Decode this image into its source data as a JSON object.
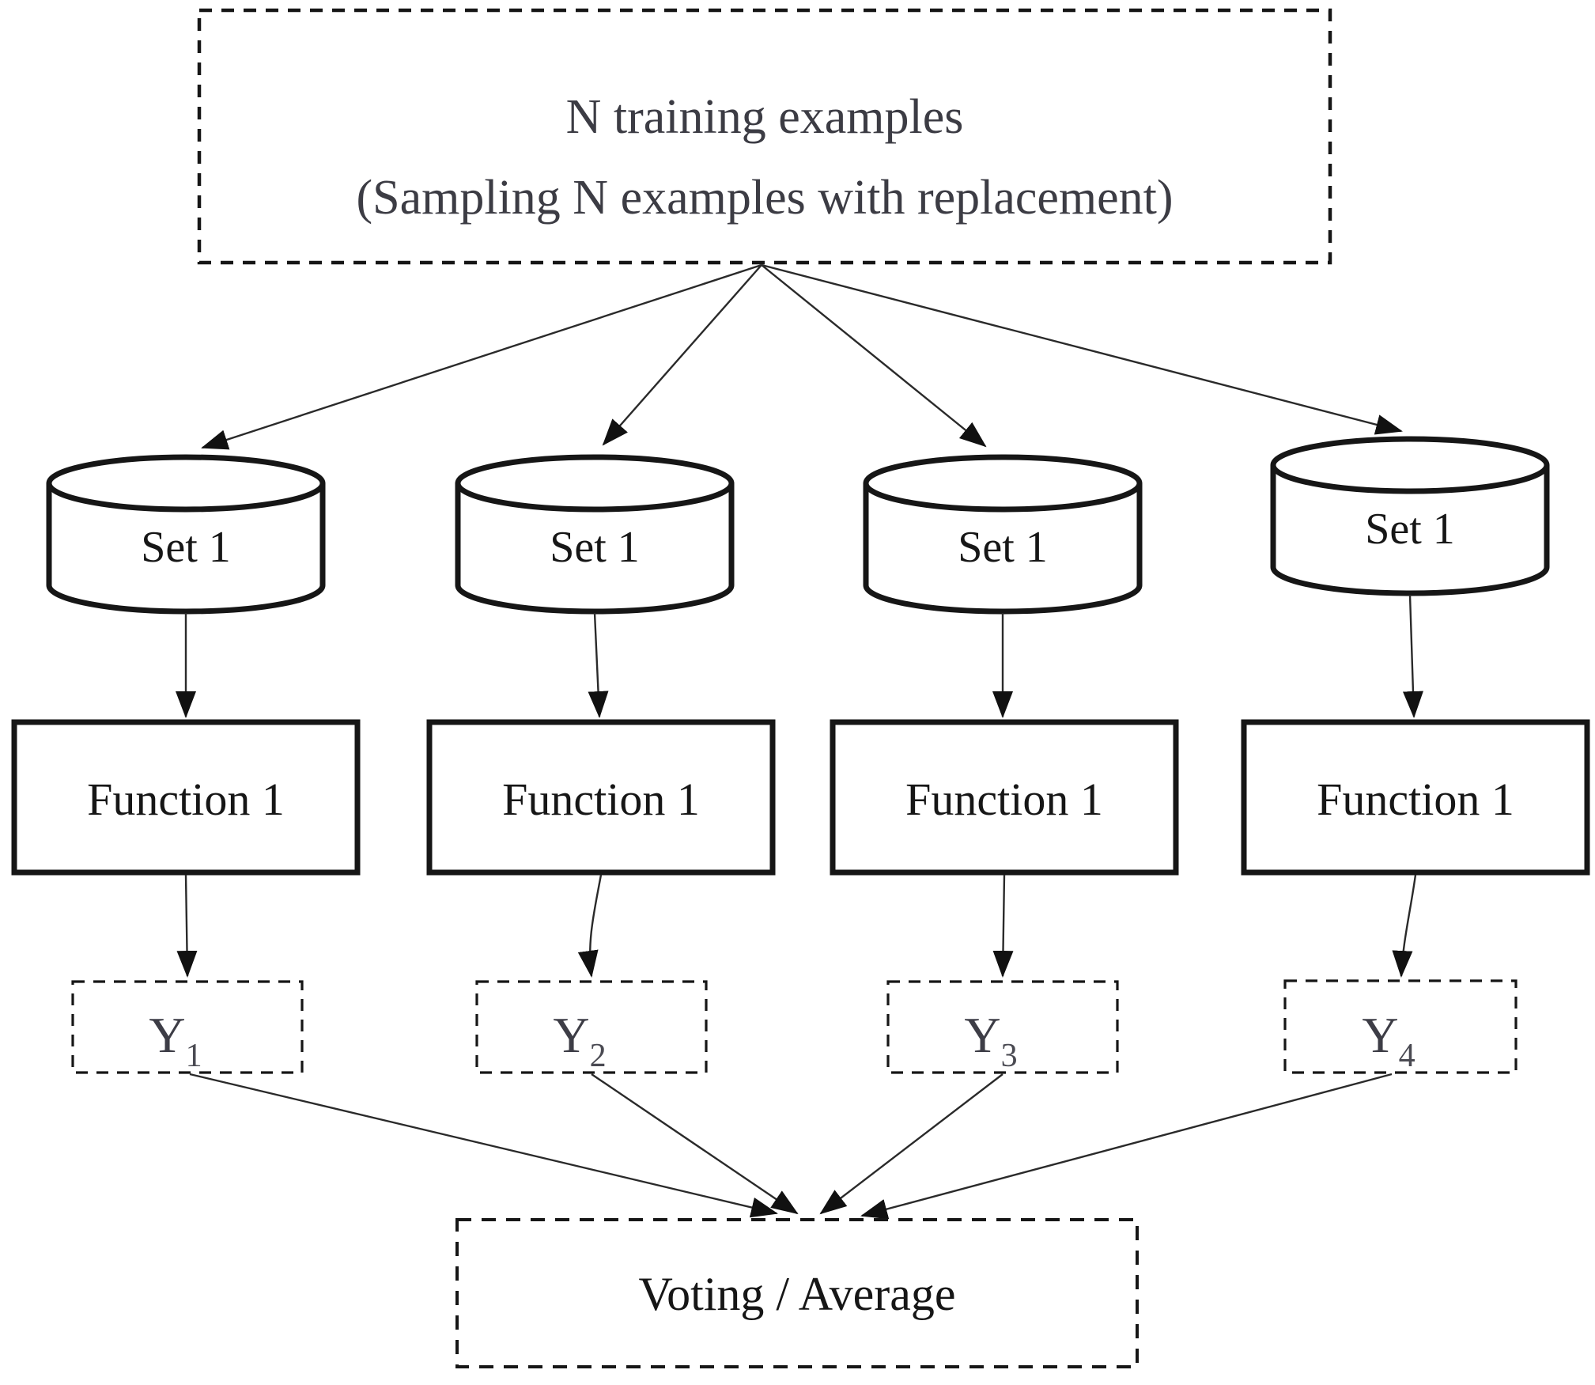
{
  "diagram": {
    "training_box": {
      "line1": "N training examples",
      "line2": "(Sampling N examples with replacement)"
    },
    "sets": [
      {
        "label": "Set 1"
      },
      {
        "label": "Set 1"
      },
      {
        "label": "Set 1"
      },
      {
        "label": "Set 1"
      }
    ],
    "functions": [
      {
        "label": "Function 1"
      },
      {
        "label": "Function 1"
      },
      {
        "label": "Function 1"
      },
      {
        "label": "Function 1"
      }
    ],
    "outputs": [
      {
        "base": "Y",
        "sub": "1"
      },
      {
        "base": "Y",
        "sub": "2"
      },
      {
        "base": "Y",
        "sub": "3"
      },
      {
        "base": "Y",
        "sub": "4"
      }
    ],
    "voting": {
      "label": "Voting / Average"
    },
    "colors": {
      "ink": "#161616",
      "muted_ink": "#3c3c44",
      "background": "#ffffff"
    }
  }
}
